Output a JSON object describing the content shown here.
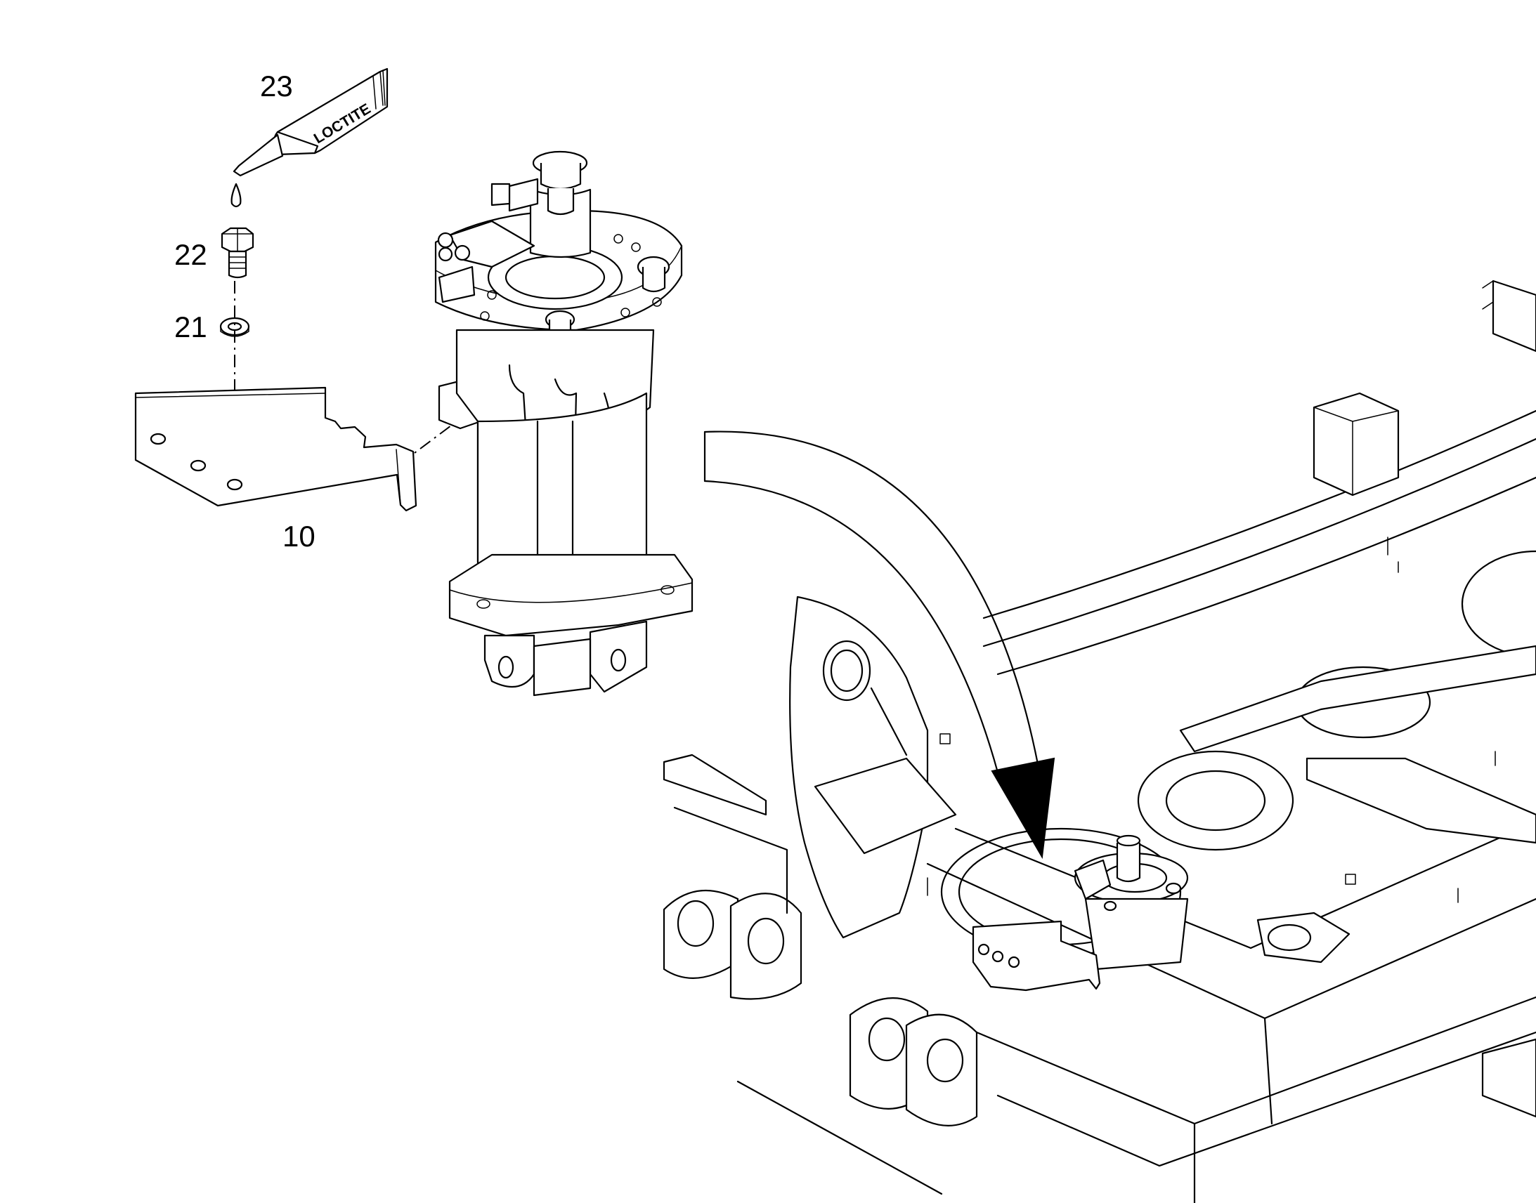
{
  "callouts": [
    {
      "id": "10",
      "label": "10"
    },
    {
      "id": "21",
      "label": "21"
    },
    {
      "id": "22",
      "label": "22"
    },
    {
      "id": "23",
      "label": "23"
    }
  ],
  "tube_brand": "LOCTITE",
  "colors": {
    "line": "#000000",
    "background": "#ffffff"
  }
}
